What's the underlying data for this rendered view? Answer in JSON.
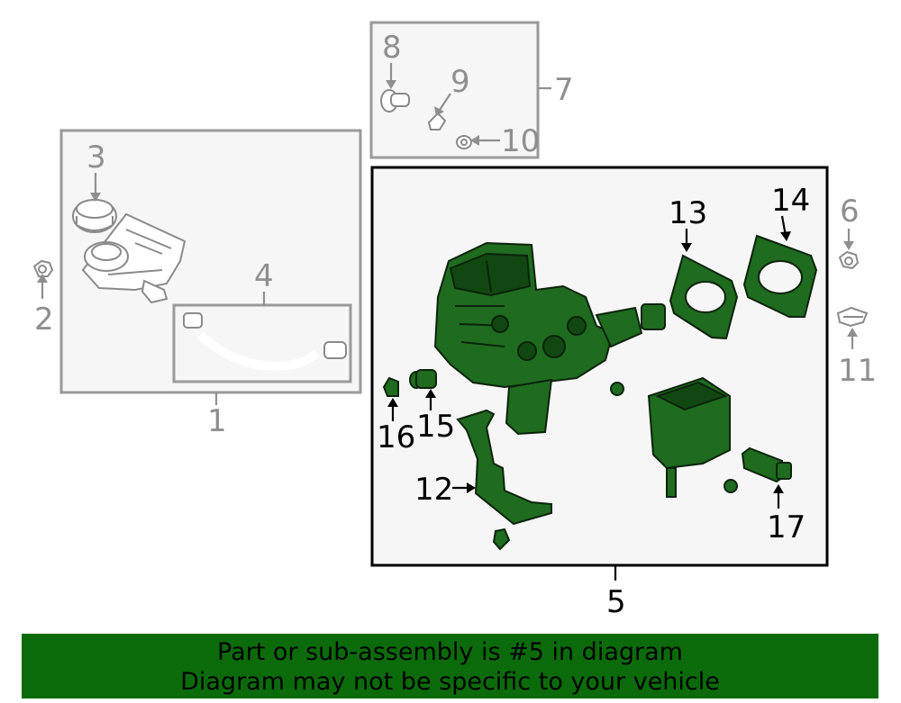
{
  "callouts": {
    "c1": "1",
    "c2": "2",
    "c3": "3",
    "c4": "4",
    "c5": "5",
    "c6": "6",
    "c7": "7",
    "c8": "8",
    "c9": "9",
    "c10": "10",
    "c11": "11",
    "c12": "12",
    "c13": "13",
    "c14": "14",
    "c15": "15",
    "c16": "16",
    "c17": "17"
  },
  "highlight": {
    "part_number": "5",
    "color": "#1f6b1f"
  },
  "banner": {
    "line1": "Part or sub-assembly is #5 in diagram",
    "line2": "Diagram may not be specific to your vehicle",
    "background": "#0b6b0b"
  }
}
